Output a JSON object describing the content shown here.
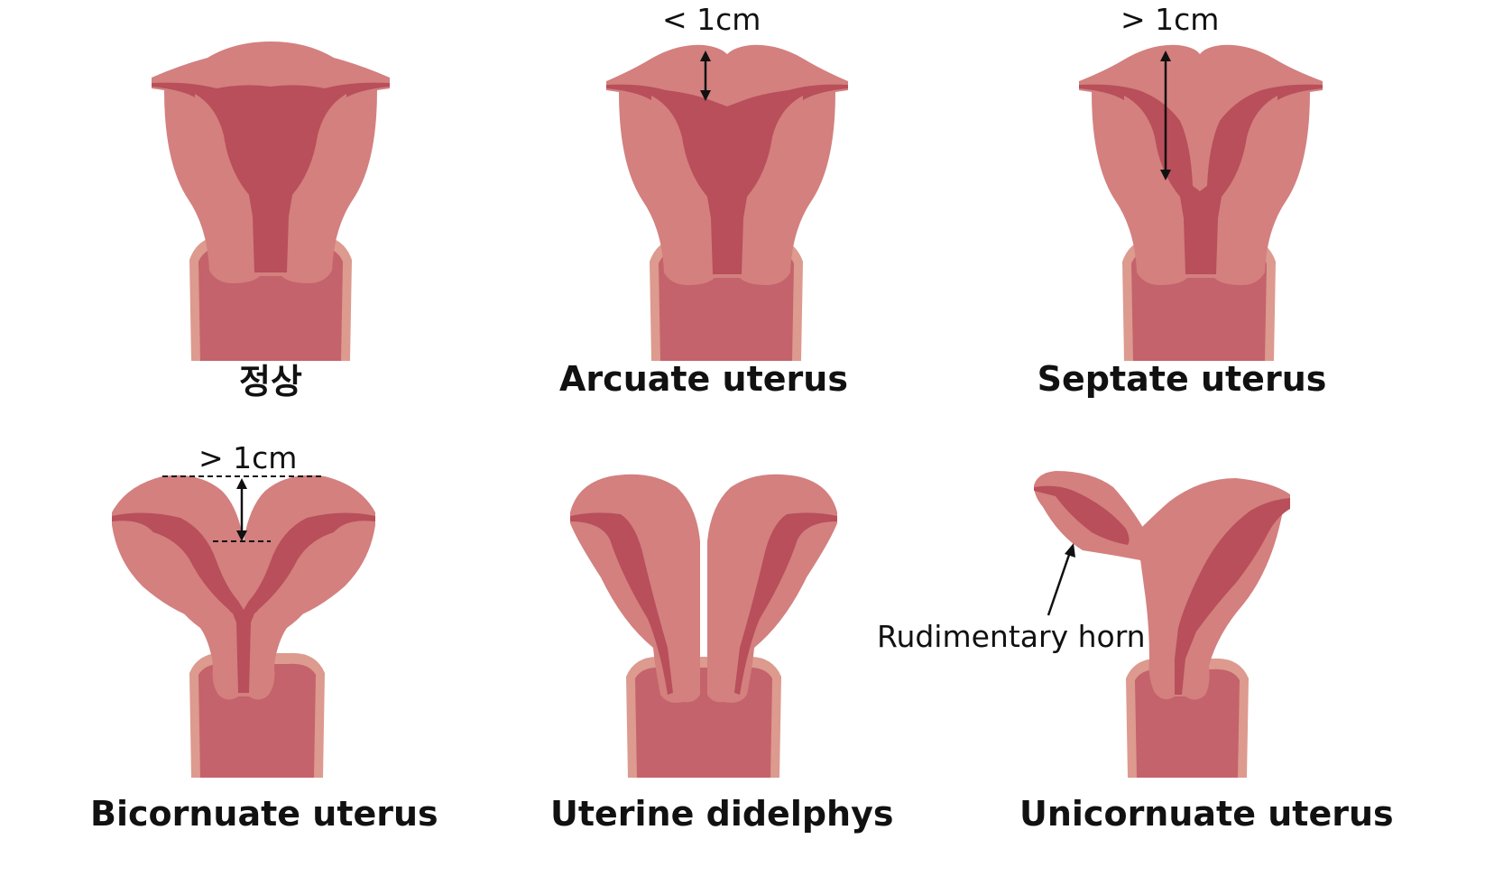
{
  "panels": [
    {
      "id": "normal",
      "caption": "정상"
    },
    {
      "id": "arcuate",
      "caption": "Arcuate uterus",
      "measure": "<  1cm"
    },
    {
      "id": "septate",
      "caption": "Septate uterus",
      "measure": ">  1cm"
    },
    {
      "id": "bicornuate",
      "caption": "Bicornuate uterus",
      "measure": ">  1cm"
    },
    {
      "id": "didelphys",
      "caption": "Uterine didelphys"
    },
    {
      "id": "unicornuate",
      "caption": "Unicornuate uterus",
      "annotation": "Rudimentary horn"
    }
  ],
  "colors": {
    "outer_edge": "#dd9a8e",
    "cervix": "#c4636b",
    "wall": "#d3807f",
    "cavity": "#b84f5a",
    "line": "#111111"
  }
}
